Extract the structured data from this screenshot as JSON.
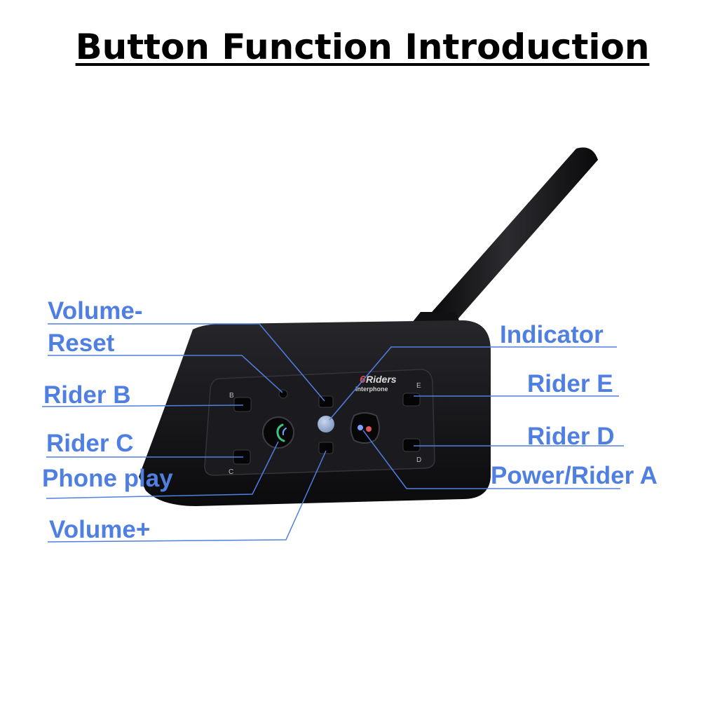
{
  "title": "Button Function Introduction",
  "device": {
    "brand_number": "6",
    "brand_word": "Riders",
    "brand_sub": "Interphone",
    "button_letters": [
      "B",
      "C",
      "E",
      "D"
    ]
  },
  "labels": {
    "volume_minus": "Volume-",
    "reset": "Reset",
    "rider_b": "Rider B",
    "rider_c": "Rider C",
    "phone_play": "Phone play",
    "volume_plus": "Volume+",
    "indicator": "Indicator",
    "rider_e": "Rider E",
    "rider_d": "Rider D",
    "power_rider_a": "Power/Rider A"
  },
  "colors": {
    "label_blue": "#4f7fe0",
    "device_body": "#141417",
    "indicator_led": "#8aa6cf"
  }
}
